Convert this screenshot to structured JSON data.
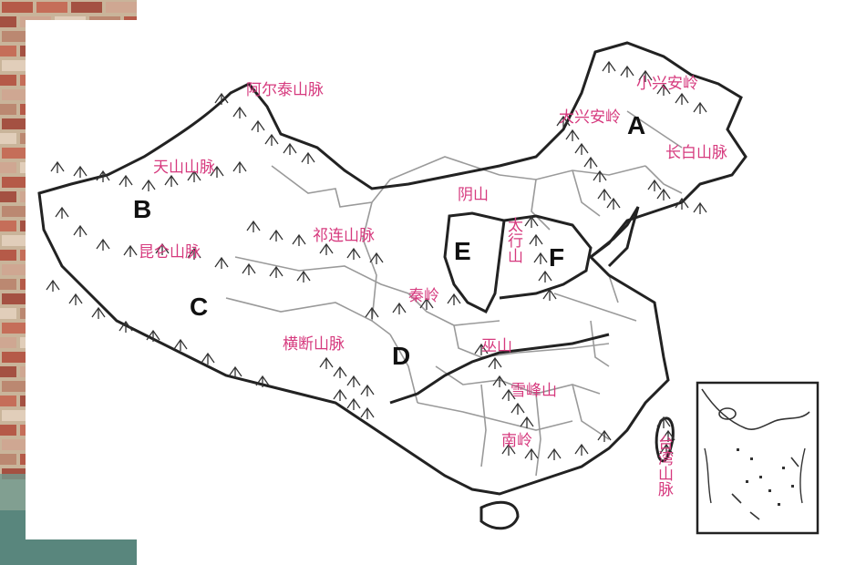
{
  "mountains": [
    {
      "id": "altai",
      "label": "阿尔泰山脉"
    },
    {
      "id": "xiaoxinganling",
      "label": "小兴安岭"
    },
    {
      "id": "daxinganling",
      "label": "大兴安岭"
    },
    {
      "id": "changbai",
      "label": "长白山脉"
    },
    {
      "id": "tianshan",
      "label": "天山山脉"
    },
    {
      "id": "yinshan",
      "label": "阴山"
    },
    {
      "id": "taihang",
      "label": "太行山"
    },
    {
      "id": "qilian",
      "label": "祁连山脉"
    },
    {
      "id": "kunlun",
      "label": "昆仑山脉"
    },
    {
      "id": "qinling",
      "label": "秦岭"
    },
    {
      "id": "hengduan",
      "label": "横断山脉"
    },
    {
      "id": "wushan",
      "label": "巫山"
    },
    {
      "id": "xuefeng",
      "label": "雪峰山"
    },
    {
      "id": "nanling",
      "label": "南岭"
    },
    {
      "id": "taiwan",
      "label": "台湾山脉"
    }
  ],
  "regions": {
    "a": "A",
    "b": "B",
    "c": "C",
    "d": "D",
    "e": "E",
    "f": "F"
  },
  "colors": {
    "label": "#d63a7e",
    "letter": "#111111",
    "outline": "#222222",
    "province": "#9a9a9a",
    "mountain_symbol": "#333333"
  }
}
